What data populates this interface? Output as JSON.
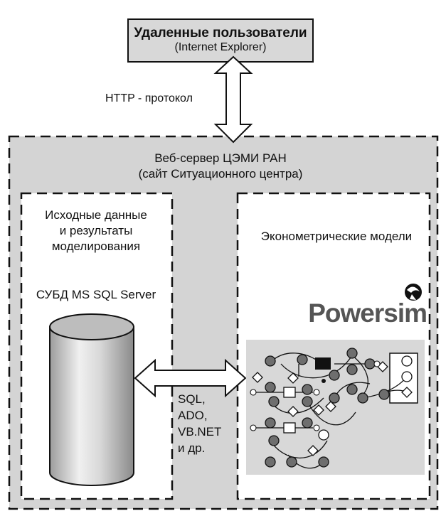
{
  "users_box": {
    "title": "Удаленные пользователи",
    "subtitle": "(Internet Explorer)"
  },
  "http_label": "HTTP - протокол",
  "server": {
    "line1": "Веб-сервер ЦЭМИ РАН",
    "line2": "(сайт Ситуационного центра)"
  },
  "data_panel": {
    "line1": "Исходные данные",
    "line2": "и результаты",
    "line3": "моделирования",
    "dbms": "СУБД MS SQL Server"
  },
  "models_panel": {
    "title": "Эконометрические модели",
    "logo_text": "Powersim"
  },
  "api_labels": [
    "SQL,",
    "ADO,",
    "VB.NET",
    "и др."
  ],
  "icons": [
    "database-cylinder-icon",
    "double-arrow-icon",
    "powersim-logo-icon",
    "model-diagram-icon"
  ],
  "colors": {
    "panel_gray": "#d4d4d4",
    "users_box_fill": "#d8d8d8",
    "node_dark": "#6e6e6e",
    "white": "#ffffff"
  }
}
